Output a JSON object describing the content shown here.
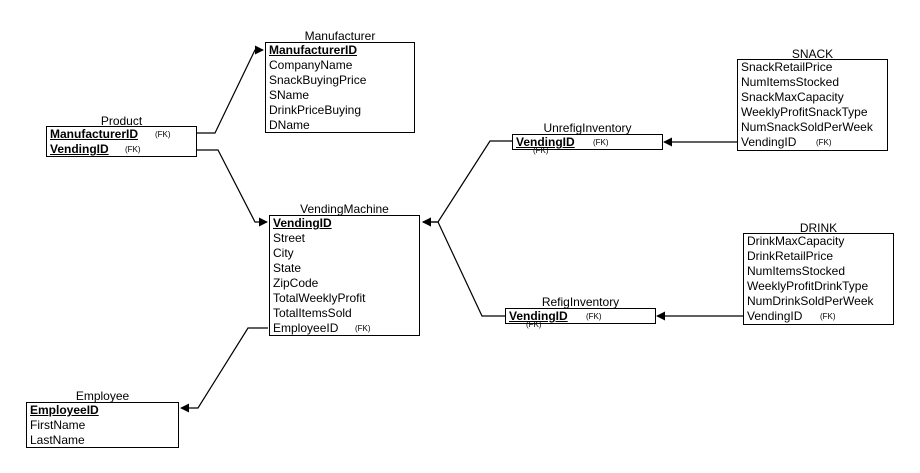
{
  "colors": {
    "stroke": "#000000",
    "background": "#ffffff",
    "text": "#000000"
  },
  "entities": {
    "manufacturer": {
      "title": "Manufacturer",
      "fields": [
        {
          "label": "ManufacturerID",
          "pk": true
        },
        {
          "label": "CompanyName"
        },
        {
          "label": "SnackBuyingPrice"
        },
        {
          "label": "SName"
        },
        {
          "label": "DrinkPriceBuying"
        },
        {
          "label": "DName"
        }
      ]
    },
    "product": {
      "title": "Product",
      "fields": [
        {
          "label": "ManufacturerID",
          "pk": true,
          "fk": "(FK)"
        },
        {
          "label": "VendingID",
          "pk": true,
          "fk": "(FK)"
        }
      ]
    },
    "vending_machine": {
      "title": "VendingMachine",
      "fields": [
        {
          "label": "VendingID",
          "pk": true
        },
        {
          "label": "Street"
        },
        {
          "label": "City"
        },
        {
          "label": "State"
        },
        {
          "label": "ZipCode"
        },
        {
          "label": "TotalWeeklyProfit"
        },
        {
          "label": "TotalItemsSold"
        },
        {
          "label": "EmployeeID",
          "fk": "(FK)"
        }
      ]
    },
    "employee": {
      "title": "Employee",
      "fields": [
        {
          "label": "EmployeeID",
          "pk": true
        },
        {
          "label": "FirstName"
        },
        {
          "label": "LastName"
        }
      ]
    },
    "unrefig_inventory": {
      "title": "UnrefigInventory",
      "fields": [
        {
          "label": "VendingID",
          "pk": true,
          "fk": "(FK)",
          "fk_under": "(FK)"
        }
      ]
    },
    "refig_inventory": {
      "title": "RefigInventory",
      "fields": [
        {
          "label": "VendingID",
          "pk": true,
          "fk": "(FK)",
          "fk_under": "(FK)"
        }
      ]
    },
    "snack": {
      "title": "SNACK",
      "fields": [
        {
          "label": "SnackRetailPrice"
        },
        {
          "label": "NumItemsStocked"
        },
        {
          "label": "SnackMaxCapacity"
        },
        {
          "label": "WeeklyProfitSnackType"
        },
        {
          "label": "NumSnackSoldPerWeek"
        },
        {
          "label": "VendingID",
          "fk": "(FK)"
        }
      ]
    },
    "drink": {
      "title": "DRINK",
      "fields": [
        {
          "label": "DrinkMaxCapacity"
        },
        {
          "label": "DrinkRetailPrice"
        },
        {
          "label": "NumItemsStocked"
        },
        {
          "label": "WeeklyProfitDrinkType"
        },
        {
          "label": "NumDrinkSoldPerWeek"
        },
        {
          "label": "VendingID",
          "fk": "(FK)"
        }
      ]
    }
  }
}
